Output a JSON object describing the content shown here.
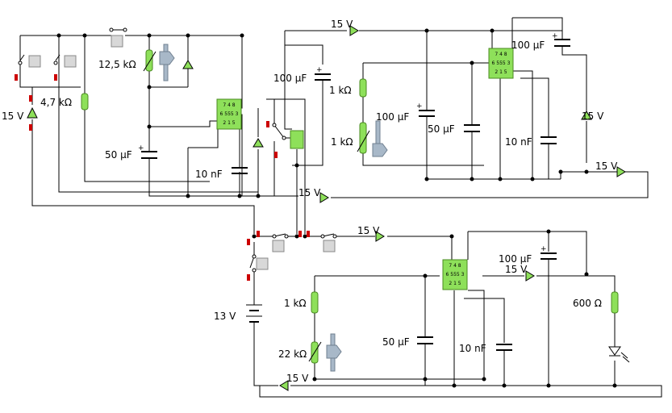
{
  "colors": {
    "wire": "#000000",
    "component_green": "#8ee05a",
    "component_green_border": "#4a8a20",
    "marker_red": "#cc0000",
    "switch_button": "#d8d8d8",
    "slider": "#a8b8c8"
  },
  "circuit": {
    "labels": {
      "v_top": "15 V",
      "v_left": "15 V",
      "r_47k": "4,7 kΩ",
      "r_125k": "12,5 kΩ",
      "c_50u_a": "50 µF",
      "c_10n_a": "10 nF",
      "c_100u_a": "100 µF",
      "r_1k_a": "1 kΩ",
      "r_1k_b": "1 kΩ",
      "c_100u_b": "100 µF",
      "c_50u_b": "50 µF",
      "c_10n_b": "10 nF",
      "c_100u_c": "100 µF",
      "v_right_mid": "15 V",
      "v_right": "15 V",
      "v_mid": "15 V",
      "v_bottom_mid": "15 V",
      "c_100u_d": "100 µF",
      "v_ic3_out": "15 V",
      "r_600": "600 Ω",
      "v_13": "13 V",
      "r_1k_c": "1 kΩ",
      "r_22k": "22 kΩ",
      "c_50u_c": "50 µF",
      "c_10n_c": "10 nF",
      "v_bottom": "15 V"
    },
    "ic_pins": {
      "row1": "7 4 8",
      "row2": "6 555 3",
      "row3": "2 1 5"
    }
  }
}
